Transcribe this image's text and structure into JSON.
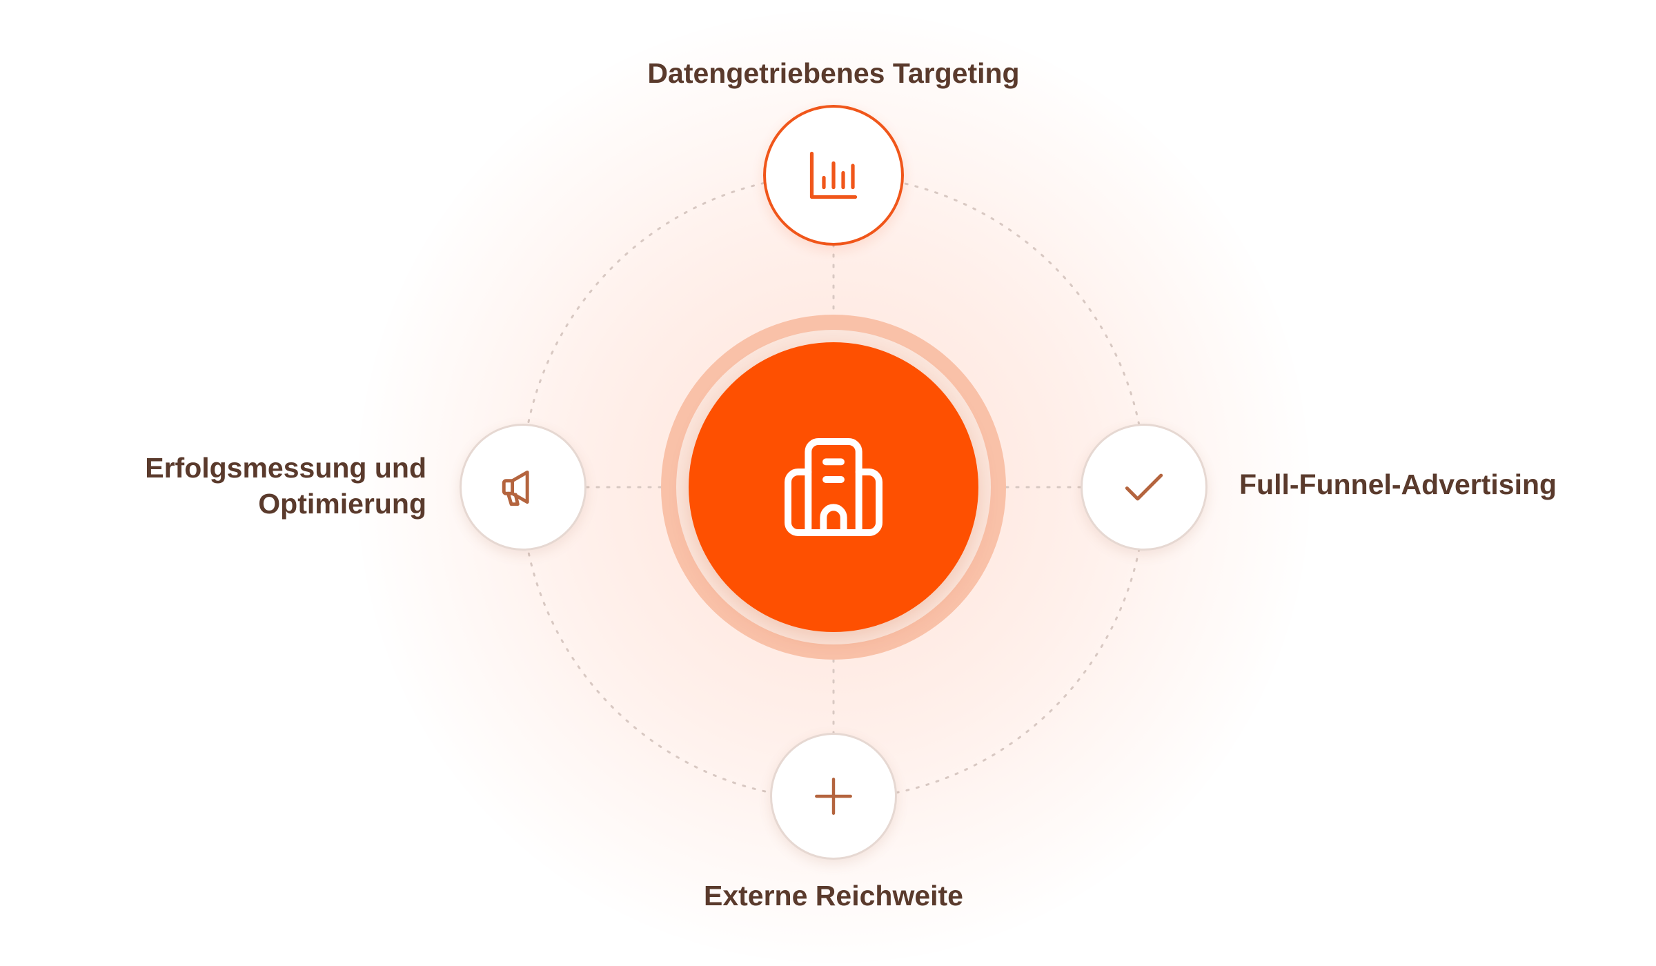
{
  "center": {
    "icon": "building-icon",
    "color": "#fe5001"
  },
  "nodes": {
    "top": {
      "label": "Datengetriebenes Targeting",
      "icon": "bar-chart-icon",
      "accent": "#f0561a"
    },
    "right": {
      "label": "Full-Funnel-Advertising",
      "icon": "check-icon"
    },
    "bottom": {
      "label": "Externe Reichweite",
      "icon": "plus-icon"
    },
    "left": {
      "label_lines": [
        "Erfolgsmessung und",
        "Optimierung"
      ],
      "icon": "megaphone-icon"
    }
  },
  "colors": {
    "label_text": "#5a3a2c",
    "icon_brown": "#b4643e",
    "dotted_line": "#d8c8c2"
  }
}
